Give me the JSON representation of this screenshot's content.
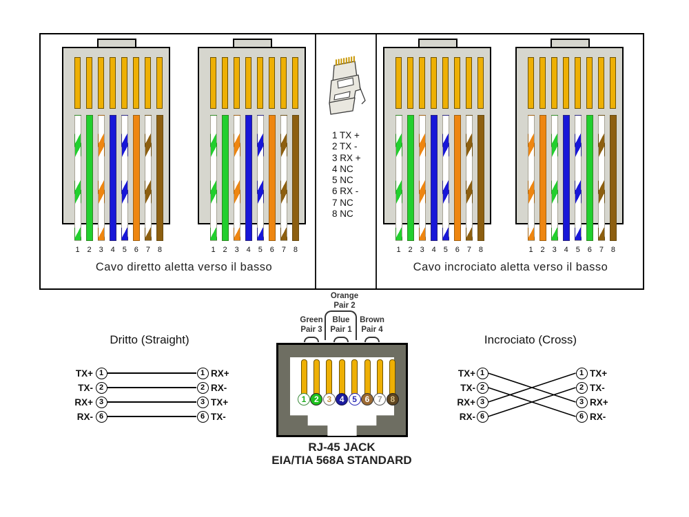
{
  "colors": {
    "green": "#22cf2e",
    "orange": "#ee8611",
    "blue": "#1817d8",
    "brown": "#8d5f10",
    "pin_gold": "#eeb004",
    "pin_border": "#6d5200",
    "body_gray": "#d6d6ce",
    "jack_body": "#6e6e62",
    "line_black": "#000000"
  },
  "top_section": {
    "straight_caption": "Cavo diretto aletta verso il basso",
    "cross_caption": "Cavo incrociato  aletta verso il basso",
    "pin_numbers": [
      "1",
      "2",
      "3",
      "4",
      "5",
      "6",
      "7",
      "8"
    ],
    "pin_legend": [
      "1 TX +",
      "2 TX -",
      "3 RX +",
      "4 NC",
      "5 NC",
      "6 RX -",
      "7 NC",
      "8 NC"
    ],
    "plug_icon": "rj45-plug-icon"
  },
  "wiring": {
    "t568a": [
      "green-white",
      "green",
      "orange-white",
      "blue",
      "blue-white",
      "orange",
      "brown-white",
      "brown"
    ],
    "t568b": [
      "orange-white",
      "orange",
      "green-white",
      "blue",
      "blue-white",
      "green",
      "brown-white",
      "brown"
    ]
  },
  "straight_diagram": {
    "title": "Dritto (Straight)",
    "rows": [
      {
        "left": "TX+",
        "lpin": "1",
        "rpin": "1",
        "right": "RX+"
      },
      {
        "left": "TX-",
        "lpin": "2",
        "rpin": "2",
        "right": "RX-"
      },
      {
        "left": "RX+",
        "lpin": "3",
        "rpin": "3",
        "right": "TX+"
      },
      {
        "left": "RX-",
        "lpin": "6",
        "rpin": "6",
        "right": "TX-"
      }
    ]
  },
  "cross_diagram": {
    "title": "Incrociato (Cross)",
    "rows": [
      {
        "left": "TX+",
        "lpin": "1",
        "rpin": "1",
        "right": "TX+"
      },
      {
        "left": "TX-",
        "lpin": "2",
        "rpin": "2",
        "right": "TX-"
      },
      {
        "left": "RX+",
        "lpin": "3",
        "rpin": "3",
        "right": "RX+"
      },
      {
        "left": "RX-",
        "lpin": "6",
        "rpin": "6",
        "right": "RX-"
      }
    ],
    "connections": [
      [
        0,
        2
      ],
      [
        1,
        3
      ],
      [
        2,
        0
      ],
      [
        3,
        1
      ]
    ]
  },
  "jack": {
    "pair_labels": {
      "orange": [
        "Orange",
        "Pair 2"
      ],
      "green": [
        "Green",
        "Pair 3"
      ],
      "blue": [
        "Blue",
        "Pair 1"
      ],
      "brown": [
        "Brown",
        "Pair 4"
      ]
    },
    "caption_line1": "RJ-45 JACK",
    "caption_line2": "EIA/TIA 568A STANDARD",
    "pins": [
      {
        "num": "1",
        "fill": "#ffffff",
        "text_color": "#1fae1f",
        "border": "#3a8a3a"
      },
      {
        "num": "2",
        "fill": "#1fc11f",
        "text_color": "#ffffff",
        "border": "#222222"
      },
      {
        "num": "3",
        "fill": "#ffffff",
        "text_color": "#c89040",
        "border": "#666666"
      },
      {
        "num": "4",
        "fill": "#1c1c9e",
        "text_color": "#ffffff",
        "border": "#111144"
      },
      {
        "num": "5",
        "fill": "#ffffff",
        "text_color": "#2525b5",
        "border": "#2525b5"
      },
      {
        "num": "6",
        "fill": "#9c6a33",
        "text_color": "#ffffff",
        "border": "#333333"
      },
      {
        "num": "7",
        "fill": "#ffffff",
        "text_color": "#999999",
        "border": "#555555"
      },
      {
        "num": "8",
        "fill": "#5e4520",
        "text_color": "#d9bf86",
        "border": "#222222"
      }
    ]
  }
}
